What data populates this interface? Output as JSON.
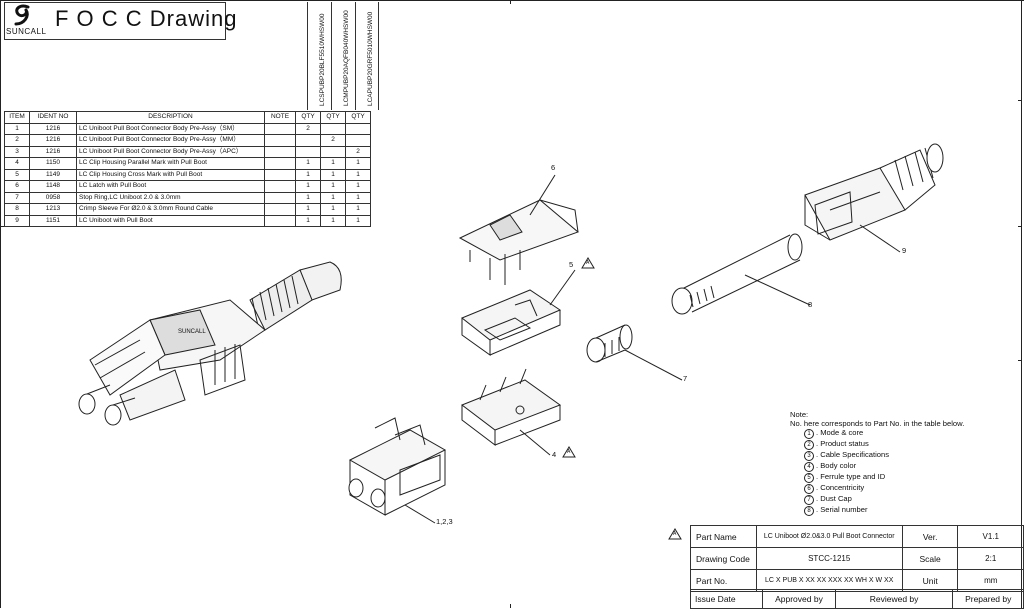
{
  "header": {
    "brand": "SUNCALL",
    "title": "F O C C Drawing"
  },
  "bom": {
    "columns": [
      "ITEM",
      "IDENT NO",
      "DESCRIPTION",
      "NOTE",
      "QTY",
      "QTY",
      "QTY"
    ],
    "part_numbers": [
      "LCSPUBP20BLF5510WHSW00",
      "LCMPUBP20AQFB040WHSW00",
      "LCAPUBP20GRF5010WHSW00"
    ],
    "rows": [
      {
        "item": "1",
        "ident": "1216",
        "desc": "LC Uniboot Pull Boot Connector Body Pre-Assy（SM）",
        "note": "",
        "q1": "2",
        "q2": "",
        "q3": ""
      },
      {
        "item": "2",
        "ident": "1216",
        "desc": "LC Uniboot Pull Boot Connector Body Pre-Assy（MM）",
        "note": "",
        "q1": "",
        "q2": "2",
        "q3": ""
      },
      {
        "item": "3",
        "ident": "1216",
        "desc": "LC Uniboot Pull Boot Connector Body Pre-Assy（APC）",
        "note": "",
        "q1": "",
        "q2": "",
        "q3": "2"
      },
      {
        "item": "4",
        "ident": "1150",
        "desc": "LC Clip Housing Parallel Mark with Pull Boot",
        "note": "",
        "q1": "1",
        "q2": "1",
        "q3": "1"
      },
      {
        "item": "5",
        "ident": "1149",
        "desc": "LC Clip Housing Cross Mark with Pull Boot",
        "note": "",
        "q1": "1",
        "q2": "1",
        "q3": "1"
      },
      {
        "item": "6",
        "ident": "1148",
        "desc": "LC Latch with Pull Boot",
        "note": "",
        "q1": "1",
        "q2": "1",
        "q3": "1"
      },
      {
        "item": "7",
        "ident": "0958",
        "desc": "Stop Ring,LC Uniboot 2.0 & 3.0mm",
        "note": "",
        "q1": "1",
        "q2": "1",
        "q3": "1"
      },
      {
        "item": "8",
        "ident": "1213",
        "desc": "Crimp Sleeve For Ø2.0 & 3.0mm Round Cable",
        "note": "",
        "q1": "1",
        "q2": "1",
        "q3": "1"
      },
      {
        "item": "9",
        "ident": "1151",
        "desc": "LC Uniboot with Pull Boot",
        "note": "",
        "q1": "1",
        "q2": "1",
        "q3": "1"
      }
    ]
  },
  "callouts": {
    "c6": "6",
    "c5": "5",
    "c9": "9",
    "c8": "8",
    "c7": "7",
    "c4": "4",
    "c123": "1,2,3",
    "rev_mark": "A"
  },
  "notes": {
    "title": "Note:",
    "intro": "No. here corresponds to Part No. in the table below.",
    "items": [
      {
        "n": "1",
        "text": ". Mode & core"
      },
      {
        "n": "2",
        "text": ". Product status"
      },
      {
        "n": "3",
        "text": ". Cable Specifications"
      },
      {
        "n": "4",
        "text": ". Body color"
      },
      {
        "n": "5",
        "text": ". Ferrule type and ID"
      },
      {
        "n": "6",
        "text": ". Concentricity"
      },
      {
        "n": "7",
        "text": ". Dust Cap"
      },
      {
        "n": "8",
        "text": ". Serial number"
      }
    ]
  },
  "info": {
    "part_name_label": "Part Name",
    "part_name": "LC Uniboot Ø2.0&3.0 Pull Boot Connector",
    "ver_label": "Ver.",
    "ver": "V1.1",
    "drawing_code_label": "Drawing Code",
    "drawing_code": "STCC-1215",
    "scale_label": "Scale",
    "scale": "2:1",
    "part_no_label": "Part No.",
    "part_no": "LC X PUB X XX XX XXX XX WH X W XX",
    "unit_label": "Unit",
    "unit": "mm",
    "issue_date_label": "Issue Date",
    "approved_label": "Approved by",
    "reviewed_label": "Reviewed by",
    "prepared_label": "Prepared by"
  }
}
